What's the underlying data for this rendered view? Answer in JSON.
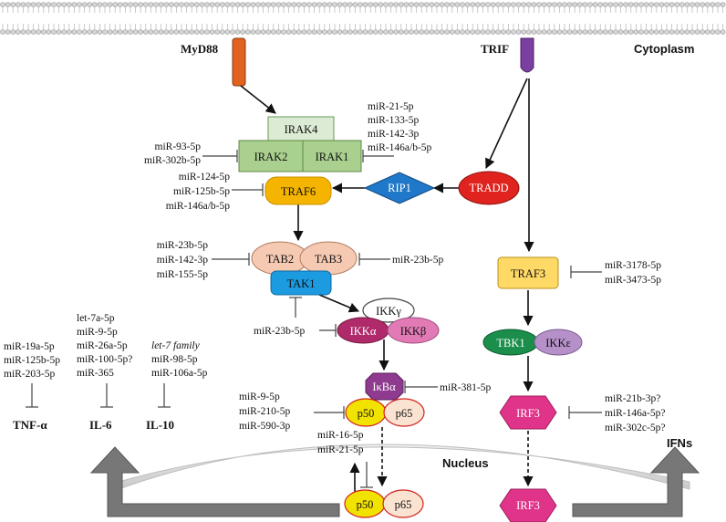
{
  "labels": {
    "myd88": "MyD88",
    "trif": "TRIF",
    "cytoplasm": "Cytoplasm",
    "nucleus": "Nucleus",
    "ifns": "IFNs",
    "tnf": "TNF-α",
    "il6": "IL-6",
    "il10": "IL-10"
  },
  "nodes": {
    "irak4": "IRAK4",
    "irak2": "IRAK2",
    "irak1": "IRAK1",
    "traf6": "TRAF6",
    "rip1": "RIP1",
    "tradd": "TRADD",
    "tab2": "TAB2",
    "tab3": "TAB3",
    "tak1": "TAK1",
    "ikkg": "IKKγ",
    "ikka": "IKKα",
    "ikkb": "IKKβ",
    "ikba": "IκBα",
    "p50": "p50",
    "p65": "p65",
    "p50_nuc": "p50",
    "p65_nuc": "p65",
    "traf3": "TRAF3",
    "tbk1": "TBK1",
    "ikke": "IKKε",
    "irf3": "IRF3",
    "irf3_nuc": "IRF3"
  },
  "mirna": {
    "irak1": [
      "miR-21-5p",
      "miR-133-5p",
      "miR-142-3p",
      "miR-146a/b-5p"
    ],
    "irak2": [
      "miR-93-5p",
      "miR-302b-5p"
    ],
    "traf6": [
      "miR-124-5p",
      "miR-125b-5p",
      "miR-146a/b-5p"
    ],
    "tab2": [
      "miR-23b-5p",
      "miR-142-3p",
      "miR-155-5p"
    ],
    "tab3": [
      "miR-23b-5p"
    ],
    "ikka": [
      "miR-23b-5p"
    ],
    "ikba": [
      "miR-381-5p"
    ],
    "p50": [
      "miR-9-5p",
      "miR-210-5p",
      "miR-590-3p"
    ],
    "nuclear": [
      "miR-16-5p",
      "miR-21-5p"
    ],
    "traf3": [
      "miR-3178-5p",
      "miR-3473-5p"
    ],
    "irf3": [
      "miR-21b-3p?",
      "miR-146a-5p?",
      "miR-302c-5p?"
    ],
    "tnf": [
      "miR-19a-5p",
      "miR-125b-5p",
      "miR-203-5p"
    ],
    "il6": [
      "let-7a-5p",
      "miR-9-5p",
      "miR-26a-5p",
      "miR-100-5p?",
      "miR-365"
    ],
    "il10_family": "let-7 family",
    "il10": [
      "miR-98-5p",
      "miR-106a-5p"
    ]
  },
  "colors": {
    "myd88": "#e0621e",
    "trif": "#7b3fa0",
    "irak4_fill": "#dcebd3",
    "irak_fill": "#a9d08e",
    "traf6": "#f5b400",
    "rip1": "#1f78c8",
    "tradd": "#e0231e",
    "tab": "#f6c9b3",
    "tak1": "#1d9be0",
    "ikka": "#b02a6b",
    "ikkb": "#e27bb5",
    "ikba": "#8e3a8f",
    "p50": "#f2e200",
    "p65": "#fbe3d2",
    "traf3": "#ffd966",
    "tbk1": "#1a8e4a",
    "ikke": "#b691c9",
    "irf3": "#e0348a"
  }
}
